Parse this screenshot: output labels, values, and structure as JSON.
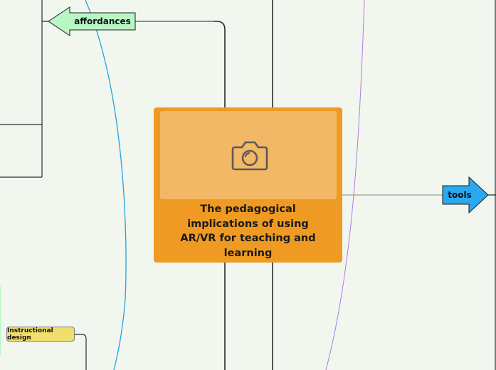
{
  "central_topic": {
    "title": "The pedagogical implications of using AR/VR for teaching and learning",
    "image_icon": "camera-icon",
    "color": "#ef9a22",
    "image_bg": "#f3b865"
  },
  "topics": {
    "affordances": {
      "label": "affordances",
      "shape": "left-arrow",
      "color": "#b8f7c4"
    },
    "tools": {
      "label": "tools",
      "shape": "right-arrow",
      "color": "#2aa8f0"
    },
    "instructional_design": {
      "label": "Instructional design",
      "shape": "rounded-rect",
      "color": "#f0df6a"
    }
  },
  "colors": {
    "background": "#f1f6ef",
    "connector_dark": "#2b2b2b",
    "connector_gray": "#8a8a8a",
    "curve_blue": "#22a3e0",
    "curve_purple": "#b57ae0"
  }
}
